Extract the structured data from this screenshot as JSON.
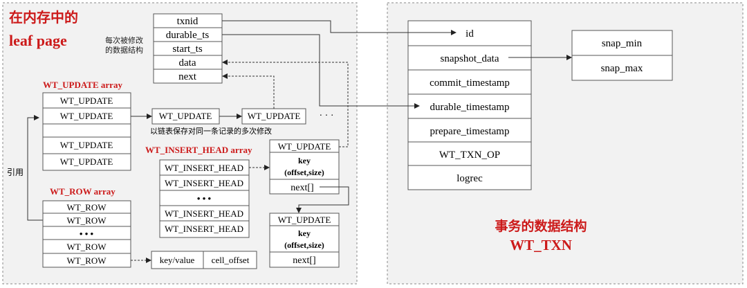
{
  "left_title_line1": "在内存中的",
  "left_title_line2": "leaf page",
  "update_note_line1": "每次被修改",
  "update_note_line2": "的数据结构",
  "update_struct": [
    "txnid",
    "durable_ts",
    "start_ts",
    "data",
    "next"
  ],
  "wt_update_array": {
    "title": "WT_UPDATE array",
    "rows": [
      "WT_UPDATE",
      "WT_UPDATE",
      "",
      "WT_UPDATE",
      "WT_UPDATE"
    ]
  },
  "chain": [
    "WT_UPDATE",
    "WT_UPDATE"
  ],
  "chain_dots": "· · ·",
  "chain_note": "以链表保存对同一条记录的多次修改",
  "insert_head_array": {
    "title": "WT_INSERT_HEAD array",
    "rows": [
      "WT_INSERT_HEAD",
      "WT_INSERT_HEAD",
      "• • •",
      "WT_INSERT_HEAD",
      "WT_INSERT_HEAD"
    ]
  },
  "insert_box1": [
    "WT_UPDATE",
    "key",
    "(offset,size)",
    "next[]"
  ],
  "insert_box2": [
    "WT_UPDATE",
    "key",
    "(offset,size)",
    "next[]"
  ],
  "ref_label": "引用",
  "wt_row_array": {
    "title": "WT_ROW array",
    "rows": [
      "WT_ROW",
      "WT_ROW",
      "• • •",
      "WT_ROW",
      "WT_ROW"
    ]
  },
  "kv_box": [
    "key/value",
    "cell_offset"
  ],
  "txn_struct": [
    "id",
    "snapshot_data",
    "commit_timestamp",
    "durable_timestamp",
    "prepare_timestamp",
    "WT_TXN_OP",
    "logrec"
  ],
  "snapshot_box": [
    "snap_min",
    "snap_max"
  ],
  "right_title_line1": "事务的数据结构",
  "right_title_line2": "WT_TXN",
  "colors": {
    "title_red": "#cc1a1a",
    "panel_bg": "#f2f2f2",
    "box_bg": "#ffffff",
    "line": "#444444"
  }
}
